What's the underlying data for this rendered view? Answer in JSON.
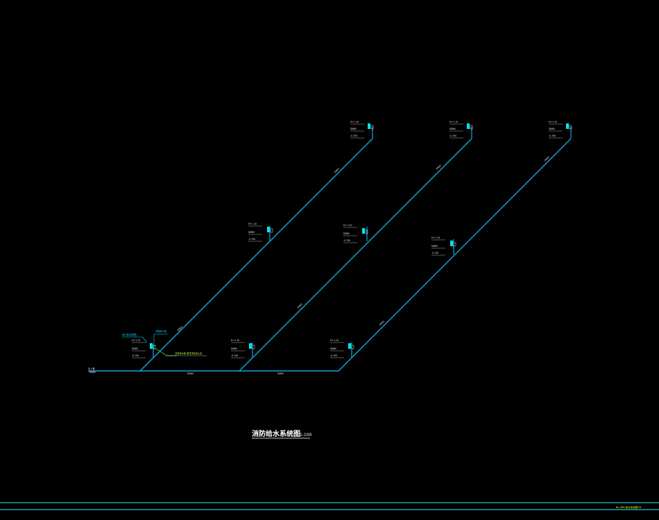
{
  "drawing": {
    "title": "消防给水系统图",
    "scale": "1:100",
    "corner_note": "Ba 平RC给水系统图7B",
    "inlet_label": "引入管",
    "inlet_sub": "DN65",
    "main_pipe_labels": [
      "DN65",
      "DN65"
    ],
    "riser_labels": [
      "DN65",
      "DN65",
      "DN65",
      "DN65",
      "DN65",
      "DN65"
    ],
    "callout_cyan": "消火栓(标准型)",
    "callout_cyan2": "试验消火栓",
    "callout_green": "试验排水管 屋顶试验消火栓",
    "node_text": {
      "elev": "H+1.10",
      "dn": "DN65",
      "val": "-0.700"
    }
  },
  "colors": {
    "pipe": "#13a8e0",
    "cyan": "#00e5ff",
    "green": "#36d02e",
    "border": "#18c9d8"
  }
}
